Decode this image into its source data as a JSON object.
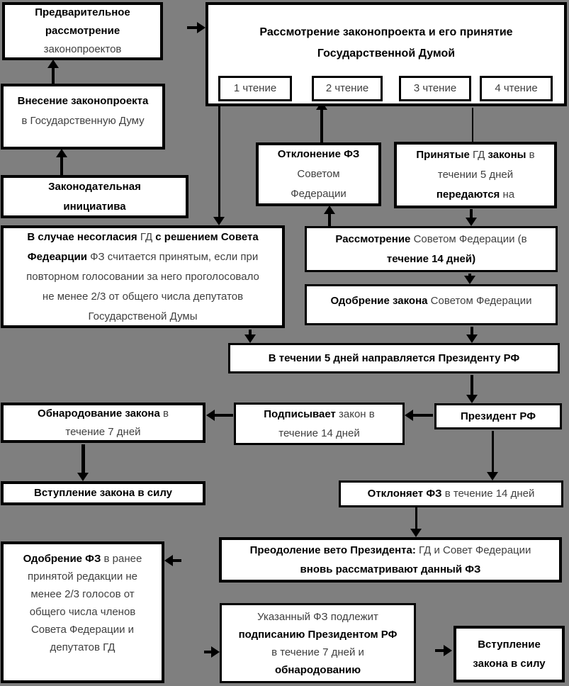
{
  "colors": {
    "background": "#7f7f7f",
    "box_fill": "#ffffff",
    "line": "#000000"
  },
  "boxes": {
    "preliminary": {
      "l1": "Предварительное",
      "l2": "рассмотрение",
      "l3": "законопроектов"
    },
    "vnesenie": {
      "l1": "Внесение законопроекта",
      "l2": "в Государственную Думу"
    },
    "initiative": {
      "l1": "Законодательная",
      "l2": "инициатива"
    },
    "duma": {
      "title1": "Рассмотрение законопроекта и его принятие",
      "title2": "Государственной Думой",
      "readings": [
        "1 чтение",
        "2 чтение",
        "3 чтение",
        "4 чтение"
      ]
    },
    "otklonenie": {
      "l1": "Отклонение ФЗ",
      "l2": "Советом",
      "l3": "Федерации"
    },
    "prinyatye": {
      "l1s1": "Принятые ",
      "l1s2": "ГД ",
      "l1s3": "законы ",
      "l1s4": "в",
      "l2": "течении 5 дней",
      "l3s1": "передаются ",
      "l3s2": "на"
    },
    "nesoglasie": {
      "l1s1": "В случае несогласия ",
      "l1s2": "ГД ",
      "l1s3": "с решением Совета",
      "l2s1": "Федеарции ",
      "l2s2": "ФЗ считается принятым, если при",
      "l3": "повторном голосовании за него проголосовало",
      "l4": "не менее 2/3 от общего числа депутатов",
      "l5": "Государственой Думы"
    },
    "rassmotrenie_sf": {
      "l1s1": "Рассмотрение ",
      "l1s2": "Советом Федерации (в",
      "l2": "течение 14 дней)"
    },
    "odobrenie_zakona": {
      "s1": "Одобрение закона ",
      "s2": "Советом Федерации"
    },
    "napravlyaetsya": {
      "l1": "В течении 5 дней направляется Президенту РФ"
    },
    "obnarodovanie": {
      "l1s1": "Обнародование закона ",
      "l1s2": "в",
      "l2": "течение 7 дней"
    },
    "podpisyvaet": {
      "l1s1": "Подписывает ",
      "l1s2": "закон в",
      "l2": "течение 14 дней"
    },
    "president": {
      "l1": "Президент РФ"
    },
    "vstuplenie_left": {
      "l1": "Вступление закона в силу"
    },
    "otklonyaet": {
      "s1": "Отклоняет ФЗ ",
      "s2": "в течение 14 дней"
    },
    "preodolenie": {
      "l1s1": "Преодоление вето Президента: ",
      "l1s2": "ГД и Совет Федерации",
      "l2": "вновь рассматривают данный ФЗ"
    },
    "odobrenie_fz": {
      "l1s1": "Одобрение ФЗ ",
      "l1s2": "в ранее",
      "l2": "принятой редакции не",
      "l3": "менее 2/3 голосов от",
      "l4": "общего числа членов",
      "l5": "Совета Федерации и",
      "l6": "депутатов ГД"
    },
    "ukazanny": {
      "l1": "Указанный ФЗ подлежит",
      "l2": "подписанию Президентом РФ",
      "l3": "в течение 7 дней и",
      "l4": "обнародованию"
    },
    "vstuplenie_right": {
      "l1": "Вступление",
      "l2": "закона в силу"
    }
  }
}
